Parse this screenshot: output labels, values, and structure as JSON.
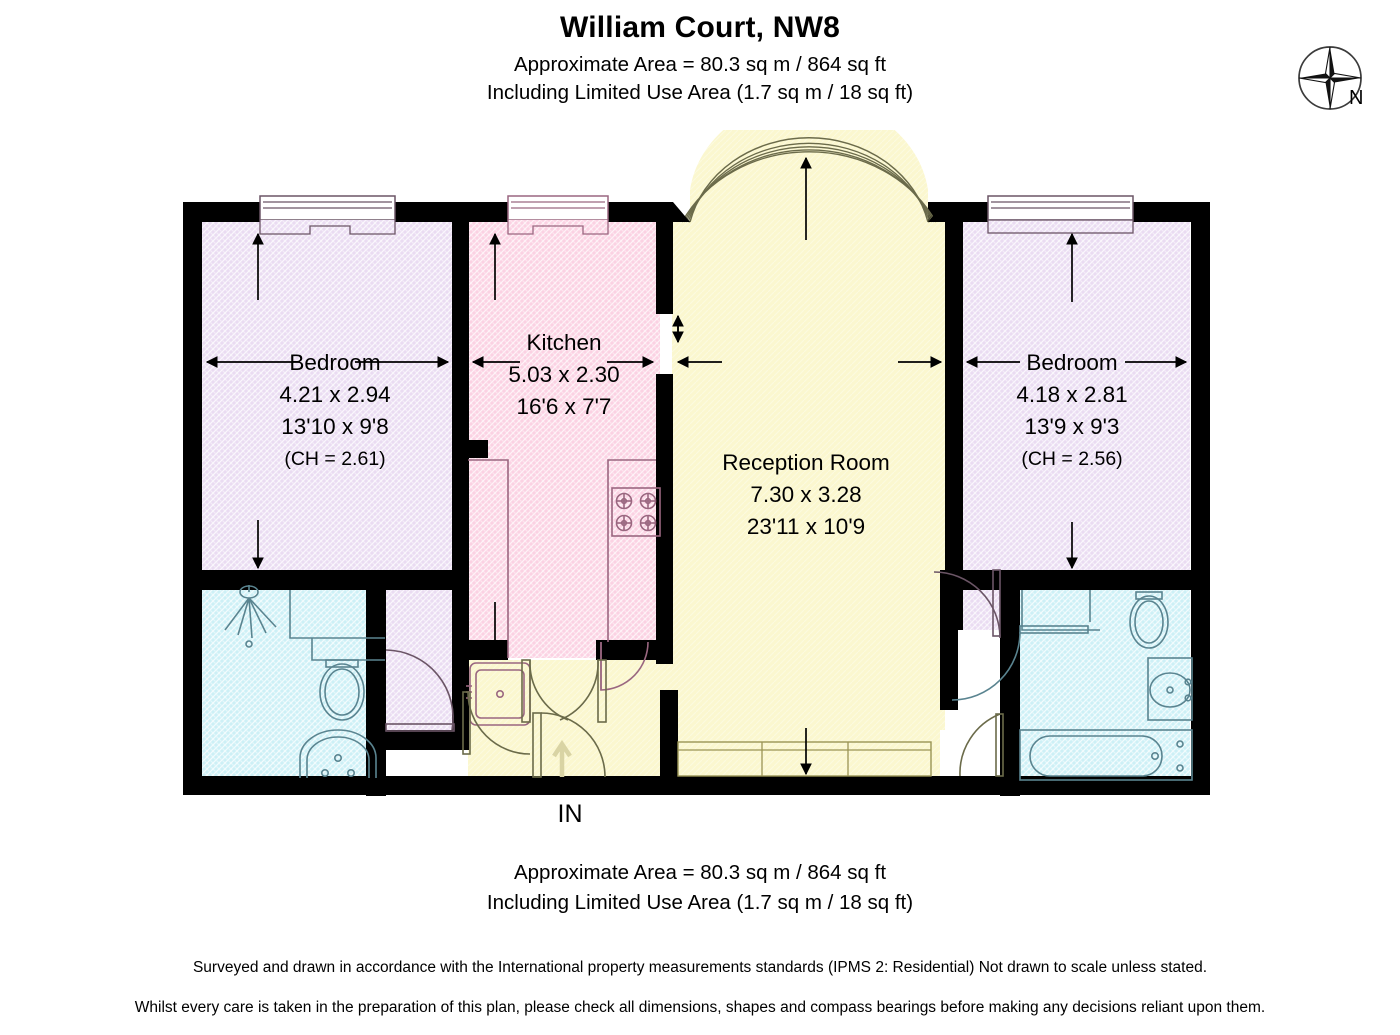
{
  "header": {
    "title": "William Court, NW8",
    "area_line_1": "Approximate Area = 80.3 sq m / 864 sq ft",
    "area_line_2": "Including Limited Use Area (1.7 sq m / 18 sq ft)"
  },
  "compass": {
    "icon": "compass-star-icon",
    "north_label": "N"
  },
  "rooms": [
    {
      "id": "bedroom-left",
      "name": "Bedroom",
      "metric": "4.21 x 2.94",
      "imperial": "13'10 x 9'8",
      "ceiling": "(CH = 2.61)",
      "fill": "#eadcf2"
    },
    {
      "id": "kitchen",
      "name": "Kitchen",
      "metric": "5.03 x 2.30",
      "imperial": "16'6 x 7'7",
      "ceiling": "",
      "fill": "#fbd2e3"
    },
    {
      "id": "reception-room",
      "name": "Reception Room",
      "metric": "7.30 x 3.28",
      "imperial": "23'11 x 10'9",
      "ceiling": "",
      "fill": "#fbf7cf"
    },
    {
      "id": "bedroom-right",
      "name": "Bedroom",
      "metric": "4.18 x 2.81",
      "imperial": "13'9 x 9'3",
      "ceiling": "(CH = 2.56)",
      "fill": "#eadcf2"
    },
    {
      "id": "bathroom-left",
      "name": "",
      "metric": "",
      "imperial": "",
      "ceiling": "",
      "fill": "#cdf0f6"
    },
    {
      "id": "bathroom-right",
      "name": "",
      "metric": "",
      "imperial": "",
      "ceiling": "",
      "fill": "#cdf0f6"
    },
    {
      "id": "hallway",
      "name": "",
      "metric": "",
      "imperial": "",
      "ceiling": "",
      "fill": "#fbf7cf"
    }
  ],
  "entrance": {
    "label": "IN"
  },
  "footer": {
    "area_line_1": "Approximate Area = 80.3 sq m / 864 sq ft",
    "area_line_2": "Including Limited Use Area (1.7 sq m / 18 sq ft)",
    "disclaimer_line_1": "Surveyed and drawn in accordance with the International property measurements standards (IPMS 2: Residential) Not drawn to scale unless stated.",
    "disclaimer_line_2": "Whilst every care is taken in the preparation of this plan, please check all dimensions, shapes and compass bearings before making any decisions reliant upon them."
  },
  "colors": {
    "wall": "#000000",
    "bedroom": "#eadcf2",
    "kitchen": "#fbd2e3",
    "reception": "#fbf7cf",
    "bathroom": "#cdf0f6",
    "background": "#ffffff"
  }
}
